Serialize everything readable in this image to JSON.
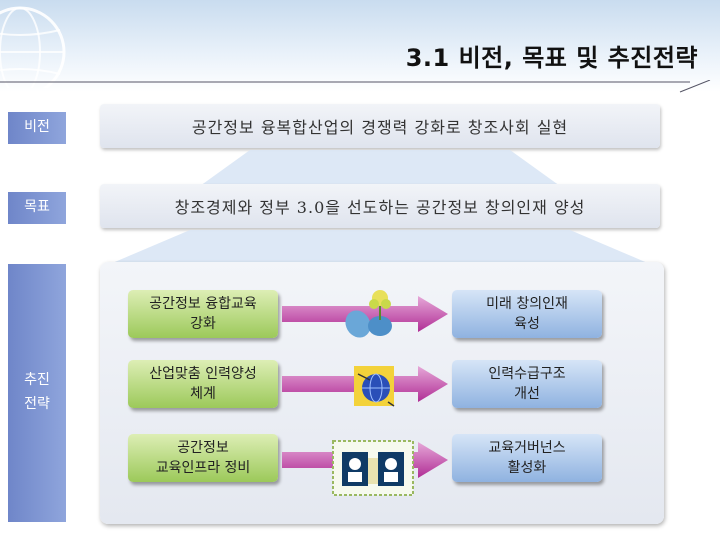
{
  "header": {
    "title": "3.1 비전, 목표 및 추진전략"
  },
  "labels": {
    "vision": "비전",
    "goal": "목표",
    "strategy": "추진\n전략"
  },
  "vision": {
    "text": "공간정보 융복합산업의 경쟁력 강화로 창조사회 실현"
  },
  "goal": {
    "text": "창조경제와 정부 3.0을 선도하는 공간정보 창의인재 양성"
  },
  "strategies": [
    {
      "from": "공간정보 융합교육\n강화",
      "to": "미래 창의인재\n육성",
      "icon": "plant-globe-icon"
    },
    {
      "from": "산업맞춤 인력양성\n체계",
      "to": "인력수급구조\n개선",
      "icon": "globe-network-icon"
    },
    {
      "from": "공간정보\n교육인프라 정비",
      "to": "교육거버넌스\n활성화",
      "icon": "people-book-icon"
    }
  ],
  "colors": {
    "label_bg": "#7b91d1",
    "green": "#9cc95a",
    "blue": "#8fb2e0",
    "arrow": "#c03aa4"
  }
}
